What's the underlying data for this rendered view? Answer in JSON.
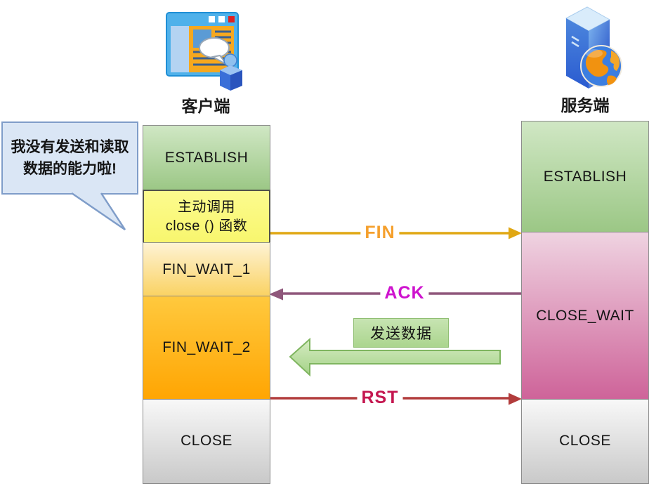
{
  "client": {
    "name": "客户端",
    "states": [
      {
        "label": "ESTABLISH"
      },
      {
        "label_line1": "主动调用",
        "label_line2": "close () 函数"
      },
      {
        "label": "FIN_WAIT_1"
      },
      {
        "label": "FIN_WAIT_2"
      },
      {
        "label": "CLOSE"
      }
    ]
  },
  "server": {
    "name": "服务端",
    "states": [
      {
        "label": "ESTABLISH"
      },
      {
        "label": "CLOSE_WAIT"
      },
      {
        "label": "CLOSE"
      }
    ]
  },
  "speech_bubble": {
    "line1": "我没有发送和读取",
    "line2": "数据的能力啦!"
  },
  "messages": [
    {
      "label": "FIN",
      "direction": "client-to-server",
      "line_color": "#e0a713",
      "label_color": "#f5a02d"
    },
    {
      "label": "ACK",
      "direction": "server-to-client",
      "line_color": "#8f577b",
      "label_color": "#ce13ce"
    },
    {
      "label": "RST",
      "direction": "client-to-server",
      "line_color": "#b23c3c",
      "label_color": "#c4164f"
    }
  ],
  "data_transfer": {
    "label": "发送数据",
    "direction": "server-to-client",
    "arrow_color": "#a8d48b"
  },
  "state_colors": {
    "establish": "#9bc785",
    "active_close_call": "#f9f77e",
    "fin_wait_1": "#fad262",
    "fin_wait_2": "#ffb210",
    "close_wait": "#ce6399",
    "close": "#d9d9d9"
  }
}
